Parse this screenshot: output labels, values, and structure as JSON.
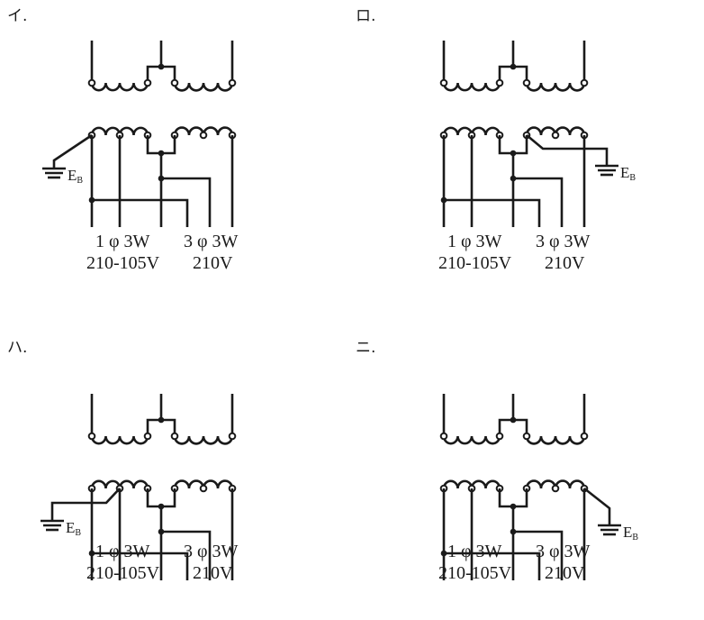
{
  "options": [
    {
      "label": "イ.",
      "ground_terminal": "left"
    },
    {
      "label": "ロ.",
      "ground_terminal": "center-right"
    },
    {
      "label": "ハ.",
      "ground_terminal": "center-left"
    },
    {
      "label": "ニ.",
      "ground_terminal": "right"
    }
  ],
  "captions": {
    "single_phase_type": "1 φ 3W",
    "single_phase_voltage": "210-105V",
    "three_phase_type": "3 φ 3W",
    "three_phase_voltage": "210V"
  },
  "ground": {
    "symbol": "E",
    "subscript": "B"
  }
}
